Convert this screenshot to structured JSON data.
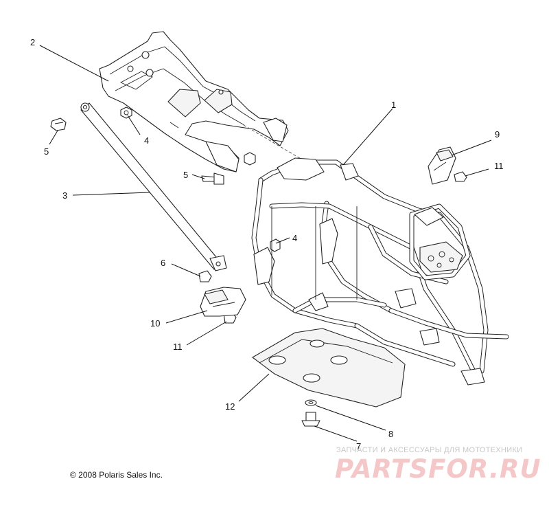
{
  "callouts": [
    {
      "id": "c1",
      "text": "1"
    },
    {
      "id": "c2",
      "text": "2"
    },
    {
      "id": "c3",
      "text": "3"
    },
    {
      "id": "c4a",
      "text": "4"
    },
    {
      "id": "c4b",
      "text": "4"
    },
    {
      "id": "c5a",
      "text": "5"
    },
    {
      "id": "c5b",
      "text": "5"
    },
    {
      "id": "c6",
      "text": "6"
    },
    {
      "id": "c7",
      "text": "7"
    },
    {
      "id": "c8",
      "text": "8"
    },
    {
      "id": "c9",
      "text": "9"
    },
    {
      "id": "c10",
      "text": "10"
    },
    {
      "id": "c11a",
      "text": "11"
    },
    {
      "id": "c11b",
      "text": "11"
    },
    {
      "id": "c12",
      "text": "12"
    }
  ],
  "copyright": "© 2008 Polaris Sales Inc.",
  "watermark": {
    "tagline": "ЗАПЧАСТИ И АКСЕССУАРЫ ДЛЯ МОТОТЕХНИКИ",
    "logo_text": "PARTSFOR.RU"
  }
}
